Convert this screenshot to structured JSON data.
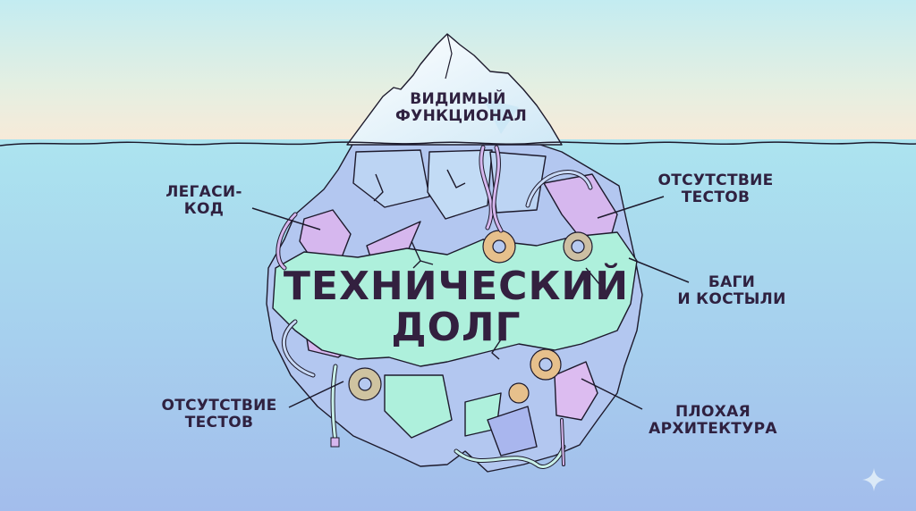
{
  "diagram": {
    "type": "iceberg",
    "title": {
      "line1": "ТЕХНИЧЕСКИЙ",
      "line2": "ДОЛГ"
    },
    "tip": {
      "line1": "ВИДИМЫЙ",
      "line2": "ФУНКЦИОНАЛ"
    },
    "callouts": [
      {
        "id": "legacy",
        "line1": "ЛЕГАСИ-",
        "line2": "КОД",
        "side": "left"
      },
      {
        "id": "no-tests-top",
        "line1": "ОТСУТСТВИЕ",
        "line2": "ТЕСТОВ",
        "side": "right"
      },
      {
        "id": "bugs",
        "line1": "БАГИ",
        "line2": "И КОСТЫЛИ",
        "side": "right"
      },
      {
        "id": "no-tests-bottom",
        "line1": "ОТСУТСТВИЕ",
        "line2": "ТЕСТОВ",
        "side": "left"
      },
      {
        "id": "bad-architecture",
        "line1": "ПЛОХАЯ",
        "line2": "АРХИТЕКТУРА",
        "side": "right"
      }
    ],
    "colors": {
      "sky_top": "#c4ecf0",
      "sky_horizon": "#f7ecd9",
      "water_top": "#a9e3ee",
      "water_bottom": "#a2bfec",
      "ice_white": "#f4f9fd",
      "ice_blue": "#b6d3f1",
      "mint": "#aef0dc",
      "lavender": "#d7b8ee",
      "periwinkle": "#a9b6ee",
      "gear": "#e7c28e",
      "text": "#2f2140",
      "outline": "#1d1a2c"
    }
  },
  "watermark": {
    "icon": "sparkle-icon"
  }
}
